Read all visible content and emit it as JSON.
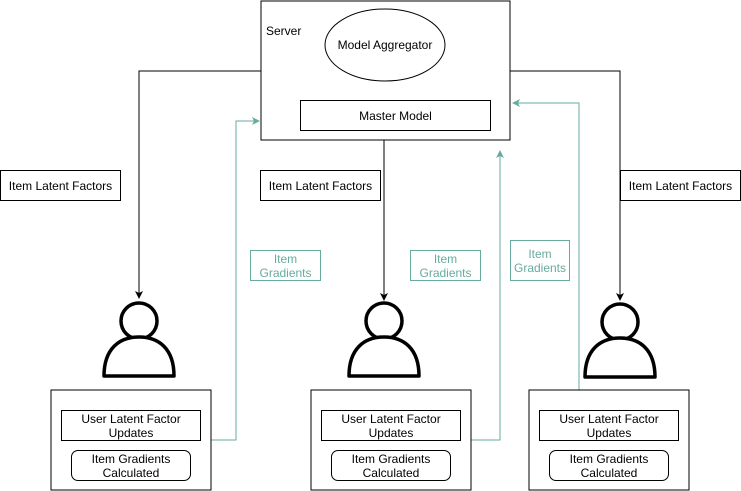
{
  "server": {
    "title": "Server",
    "aggregator": "Model Aggregator",
    "master_model": "Master Model"
  },
  "item_latent_label": "Item Latent Factors",
  "item_gradients_label": "Item Gradients",
  "client": {
    "user_updates": "User Latent Factor Updates",
    "gradients_calculated": "Item Gradients Calculated"
  },
  "colors": {
    "line": "#000000",
    "gradient_flow": "#67ab9f"
  },
  "icons": [
    "user-icon",
    "user-icon",
    "user-icon"
  ]
}
